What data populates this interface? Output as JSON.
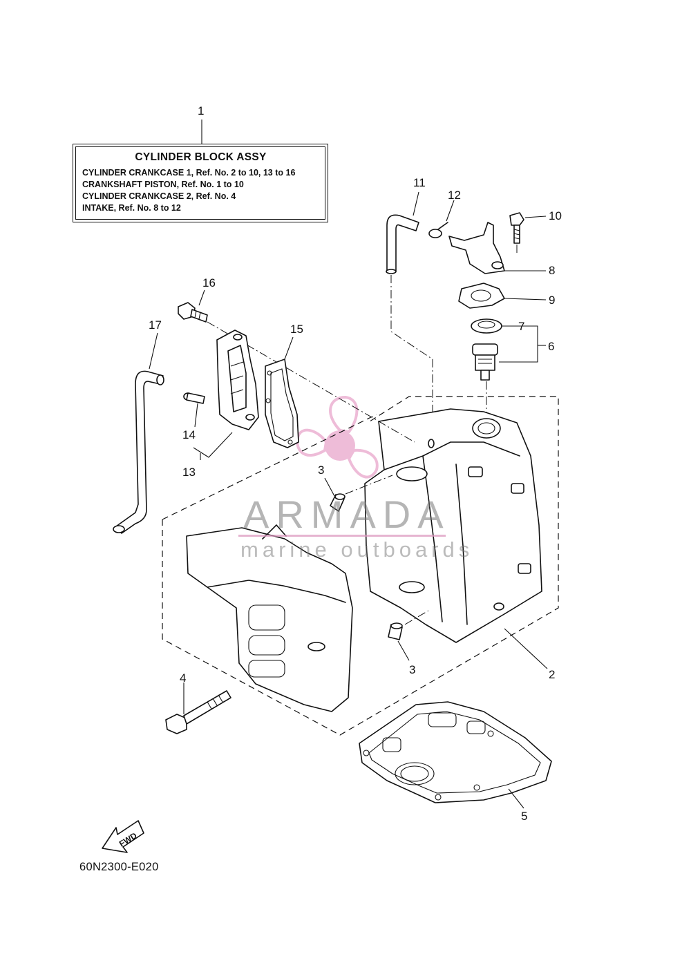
{
  "assembly_label": {
    "title": "CYLINDER BLOCK ASSY",
    "lines": [
      "CYLINDER CRANKCASE 1,  Ref. No. 2 to 10, 13 to 16",
      "CRANKSHAFT PISTON,  Ref. No. 1 to 10",
      "CYLINDER CRANKCASE 2,  Ref. No. 4",
      "INTAKE,  Ref. No. 8 to 12"
    ]
  },
  "callouts": {
    "c1": "1",
    "c2": "2",
    "c3a": "3",
    "c3b": "3",
    "c4": "4",
    "c5": "5",
    "c6": "6",
    "c7": "7",
    "c8": "8",
    "c9": "9",
    "c10": "10",
    "c11": "11",
    "c12": "12",
    "c13": "13",
    "c14": "14",
    "c15": "15",
    "c16": "16",
    "c17": "17"
  },
  "fwd_label": "FWD",
  "drawing_code": "60N2300-E020",
  "watermark": {
    "name": "ARMADA",
    "sub": "marine outboards",
    "colors": {
      "propeller": "#e6a0c8",
      "text": "#8a8a8a"
    }
  }
}
